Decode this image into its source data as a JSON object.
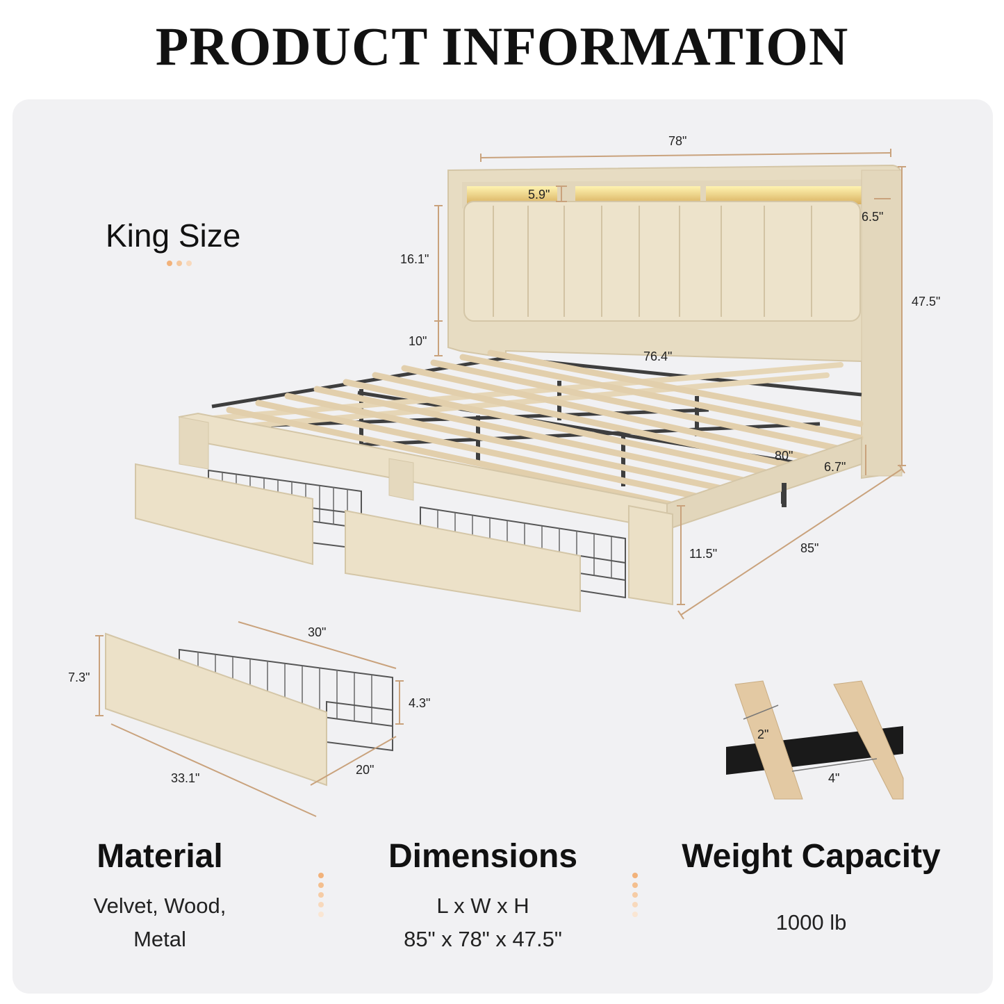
{
  "title": "PRODUCT INFORMATION",
  "size_label": "King Size",
  "colors": {
    "accent": "#f2b27a",
    "fabric": "#ece1c8",
    "fabric_dark": "#d7c9ab",
    "dimension_line": "#c9a27c",
    "panel_bg": "#f1f1f3",
    "metal": "#4a4a4a",
    "wood": "#e3c9a3"
  },
  "bed_dimensions": {
    "overall_width": "78\"",
    "shelf_depth": "5.9\"",
    "wing_width": "6.5\"",
    "headboard_height": "16.1\"",
    "headboard_gap": "10\"",
    "total_height": "47.5\"",
    "inner_width": "76.4\"",
    "inner_length": "80\"",
    "clearance": "6.7\"",
    "frame_height": "11.5\"",
    "overall_length": "85\""
  },
  "drawer_dimensions": {
    "basket_length": "30\"",
    "front_height": "7.3\"",
    "basket_height": "4.3\"",
    "front_length": "33.1\"",
    "basket_depth": "20\""
  },
  "slat_dimensions": {
    "slat_width": "2\"",
    "slat_gap": "4\""
  },
  "specs": [
    {
      "heading": "Material",
      "lines": [
        "Velvet, Wood,",
        "Metal"
      ]
    },
    {
      "heading": "Dimensions",
      "lines": [
        "L x W x H",
        "85\" x 78\" x 47.5\""
      ]
    },
    {
      "heading": "Weight Capacity",
      "lines": [
        "1000 lb"
      ]
    }
  ]
}
